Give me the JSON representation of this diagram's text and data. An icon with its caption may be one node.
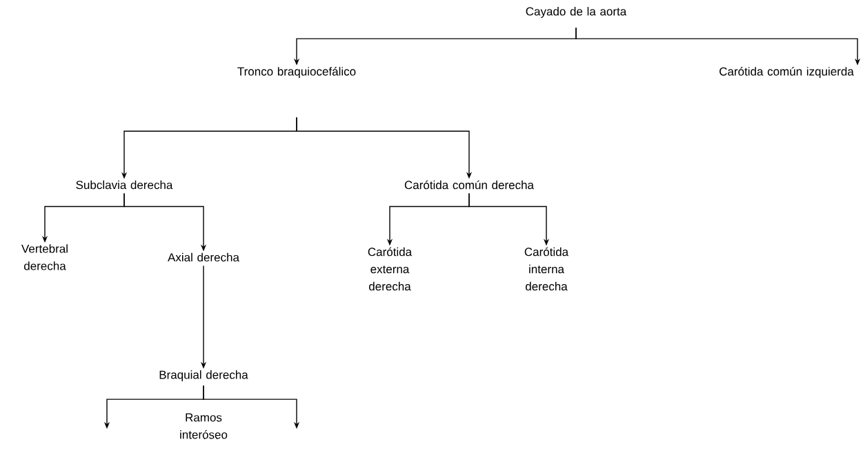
{
  "diagram": {
    "nodes": [
      {
        "text": [
          "Cayado de la aorta"
        ]
      },
      {
        "text": [
          "Tronco braquiocefálico"
        ]
      },
      {
        "text": [
          "Carótida común izquierda"
        ]
      },
      {
        "text": [
          "Subclavia derecha"
        ]
      },
      {
        "text": [
          "Carótida común derecha"
        ]
      },
      {
        "text": [
          "Vertebral derecha"
        ]
      },
      {
        "text": [
          "Axial derecha"
        ]
      },
      {
        "text": [
          "Carótida externa derecha"
        ]
      },
      {
        "text": [
          "Carótida interna derecha"
        ]
      },
      {
        "text": [
          "Braquial derecha"
        ]
      }
    ],
    "edges": [
      {
        "from": 0,
        "to": 1,
        "arrow": "to"
      },
      {
        "from": 0,
        "to": 2,
        "arrow": "to"
      },
      {
        "from": 1,
        "to": 3,
        "arrow": "to"
      },
      {
        "from": 1,
        "to": 4,
        "arrow": "to"
      },
      {
        "from": 3,
        "to": 5,
        "arrow": "to"
      },
      {
        "from": 3,
        "to": 6,
        "arrow": "to"
      },
      {
        "from": 4,
        "to": 7,
        "arrow": "to"
      },
      {
        "from": 4,
        "to": 8,
        "arrow": "to"
      },
      {
        "from": 6,
        "to": 9,
        "arrow": "to"
      },
      {
        "from": 9,
        "to": null,
        "arrow": "to"
      },
      {
        "from": 9,
        "to": null,
        "arrow": "to"
      }
    ],
    "labels": [
      "Ramos interóseo"
    ]
  }
}
